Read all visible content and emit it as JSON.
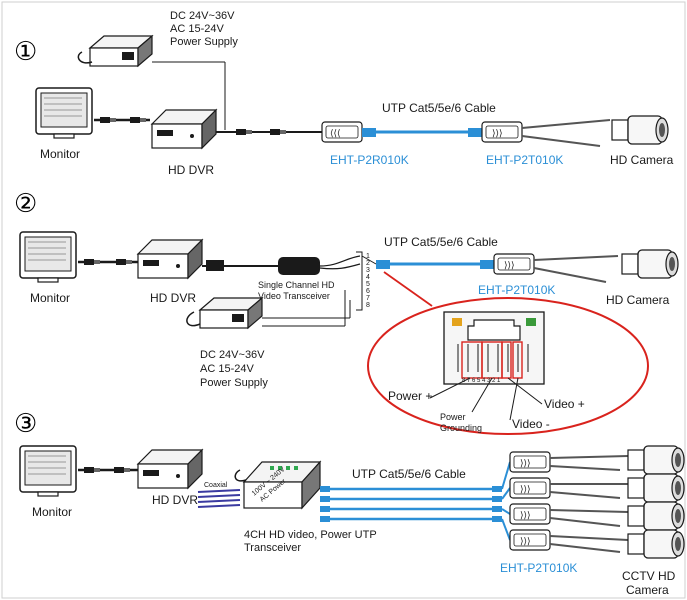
{
  "sections": [
    {
      "number": "①",
      "power_supply": [
        "DC 24V~36V",
        "AC 15-24V",
        "Power Supply"
      ],
      "monitor": "Monitor",
      "dvr": "HD DVR",
      "cable": "UTP Cat5/5e/6 Cable",
      "receiver_model": "EHT-P2R010K",
      "transmitter_model": "EHT-P2T010K",
      "camera": "HD Camera"
    },
    {
      "number": "②",
      "cable": "UTP Cat5/5e/6 Cable",
      "monitor": "Monitor",
      "dvr": "HD DVR",
      "transceiver": [
        "Single Channel HD",
        "Video Transceiver"
      ],
      "transmitter_model": "EHT-P2T010K",
      "camera": "HD Camera",
      "power_supply": [
        "DC 24V~36V",
        "AC 15-24V",
        "Power Supply"
      ],
      "pins": [
        "1",
        "2",
        "3",
        "4",
        "5",
        "6",
        "7",
        "8"
      ],
      "rj45": {
        "pin_numbers": "8 7 6 5 4 3 2 1",
        "power_plus": "Power +",
        "power_grounding": [
          "Power",
          "Grounding"
        ],
        "video_plus": "Video +",
        "video_minus": "Video -"
      }
    },
    {
      "number": "③",
      "monitor": "Monitor",
      "dvr": "HD DVR",
      "coaxial": "Coaxial",
      "ac_power": [
        "100V ~ 240V",
        "AC Power"
      ],
      "cable": "UTP Cat5/5e/6 Cable",
      "transceiver": [
        "4CH HD video, Power UTP",
        "Transceiver"
      ],
      "transmitter_model": "EHT-P2T010K",
      "camera": [
        "CCTV HD",
        "Camera"
      ]
    }
  ],
  "colors": {
    "accent": "#2b8fd6",
    "highlight": "#d9231d",
    "line": "#1a1a1a"
  }
}
